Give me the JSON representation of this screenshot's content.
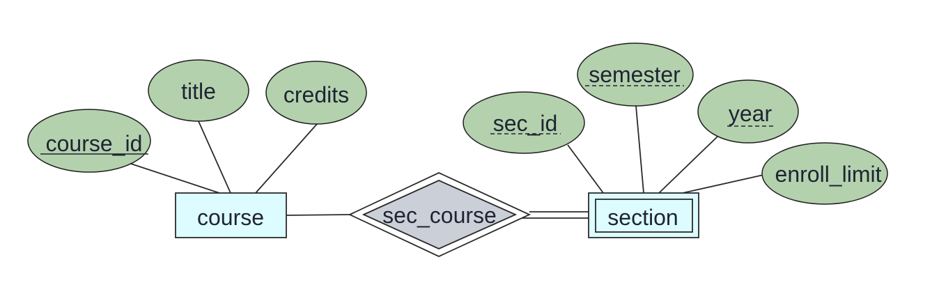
{
  "entities": {
    "course": "course",
    "section": "section"
  },
  "relationship": {
    "label": "sec_course"
  },
  "attributes": {
    "course_id": "course_id",
    "title": "title",
    "credits": "credits",
    "sec_id": "sec_id",
    "semester": "semester",
    "year": "year",
    "enroll_limit": "enroll_limit"
  },
  "colors": {
    "attribute_fill": "#b3d1ad",
    "entity_fill": "#dcfcff",
    "relationship_fill": "#cbd0d8"
  }
}
